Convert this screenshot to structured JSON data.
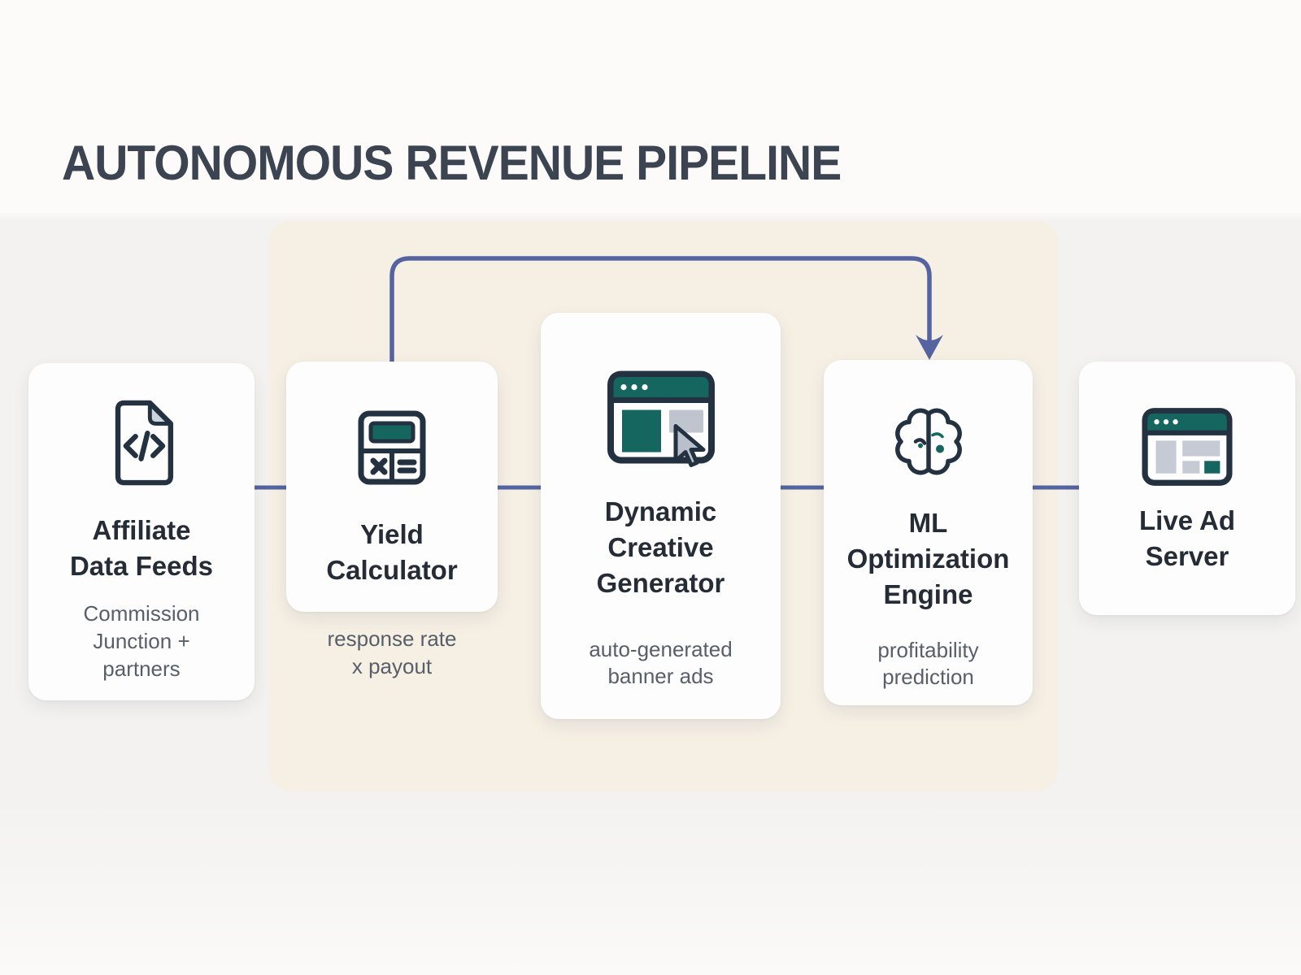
{
  "title": "AUTONOMOUS REVENUE PIPELINE",
  "pipeline": {
    "nodes": [
      {
        "id": "affiliate-data-feeds",
        "label": "Affiliate\nData Feeds",
        "sublabel": "Commission\nJunction +\npartners",
        "icon": "code-file-icon"
      },
      {
        "id": "yield-calculator",
        "label": "Yield\nCalculator",
        "sublabel": "response rate\nx payout",
        "icon": "calculator-icon"
      },
      {
        "id": "dynamic-creative-generator",
        "label": "Dynamic\nCreative\nGenerator",
        "sublabel": "auto-generated\nbanner ads",
        "icon": "browser-ad-builder-icon"
      },
      {
        "id": "ml-optimization-engine",
        "label": "ML\nOptimization\nEngine",
        "sublabel": "profitability\nprediction",
        "icon": "brain-icon"
      },
      {
        "id": "live-ad-server",
        "label": "Live Ad\nServer",
        "sublabel": "",
        "icon": "ad-server-window-icon"
      }
    ],
    "flow_connections": [
      {
        "from": "affiliate-data-feeds",
        "to": "yield-calculator",
        "type": "line"
      },
      {
        "from": "yield-calculator",
        "to": "dynamic-creative-generator",
        "type": "line"
      },
      {
        "from": "dynamic-creative-generator",
        "to": "ml-optimization-engine",
        "type": "line"
      },
      {
        "from": "ml-optimization-engine",
        "to": "live-ad-server",
        "type": "line"
      },
      {
        "from": "yield-calculator",
        "to": "ml-optimization-engine",
        "type": "top-loop-arrow"
      }
    ]
  },
  "colors": {
    "connector": "#5564a0",
    "teal_accent": "#15665f",
    "icon_outline": "#233140",
    "icon_gray": "#bfc4cf",
    "panel_beige": "#f5efe4",
    "card_white": "#fdfdfd",
    "title_text": "#3b4450",
    "label_text": "#252c36",
    "sublabel_text": "#585f69"
  }
}
